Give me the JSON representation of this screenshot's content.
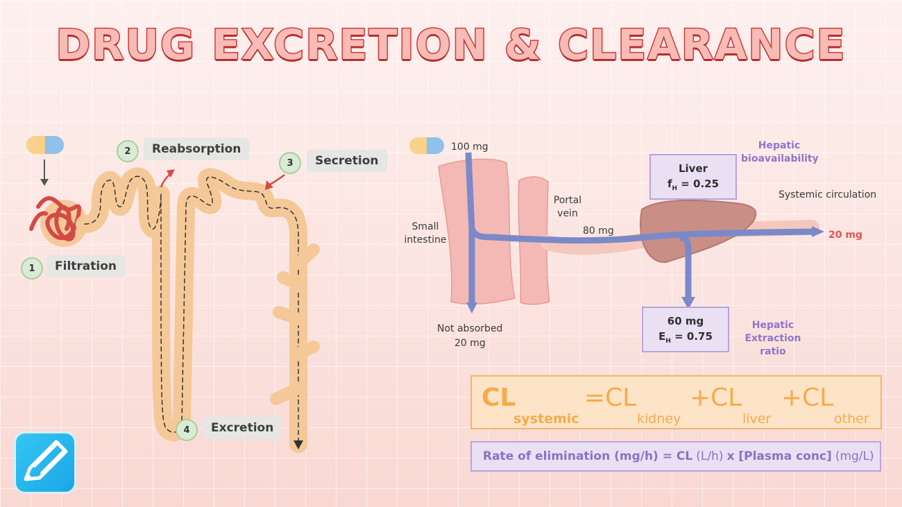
{
  "title": "DRUG EXCRETION & CLEARANCE",
  "kidney": {
    "steps": [
      {
        "num": "1",
        "label": "Filtration"
      },
      {
        "num": "2",
        "label": "Reabsorption"
      },
      {
        "num": "3",
        "label": "Secretion"
      },
      {
        "num": "4",
        "label": "Excretion"
      }
    ]
  },
  "liver_diagram": {
    "dose": "100 mg",
    "small_intestine": "Small intestine",
    "portal_vein": "Portal vein",
    "portal_amount": "80 mg",
    "not_absorbed": "Not absorbed",
    "not_absorbed_amount": "20 mg",
    "liver_box": {
      "name": "Liver",
      "f_symbol": "f",
      "f_sub": "H",
      "f_value": "= 0.25"
    },
    "hepatic_bioavailability": "Hepatic bioavailability",
    "systemic_circulation": "Systemic circulation",
    "systemic_amount": "20 mg",
    "extraction_box": {
      "amount": "60 mg",
      "e_symbol": "E",
      "e_sub": "H",
      "e_value": "= 0.75"
    },
    "hepatic_extraction": "Hepatic Extraction ratio"
  },
  "formula1": {
    "cl": "CL",
    "sub1": "systemic",
    "eq": "=",
    "cl2": "CL",
    "sub2": "kidney",
    "plus1": "+",
    "cl3": "CL",
    "sub3": "liver",
    "plus2": "+",
    "cl4": "CL",
    "sub4": "other"
  },
  "formula2": {
    "part1": "Rate of elimination (mg/h) = CL",
    "unit1": "(L/h)",
    "part2": "x [Plasma conc]",
    "unit2": "(mg/L)"
  },
  "icon": "pencil-icon"
}
